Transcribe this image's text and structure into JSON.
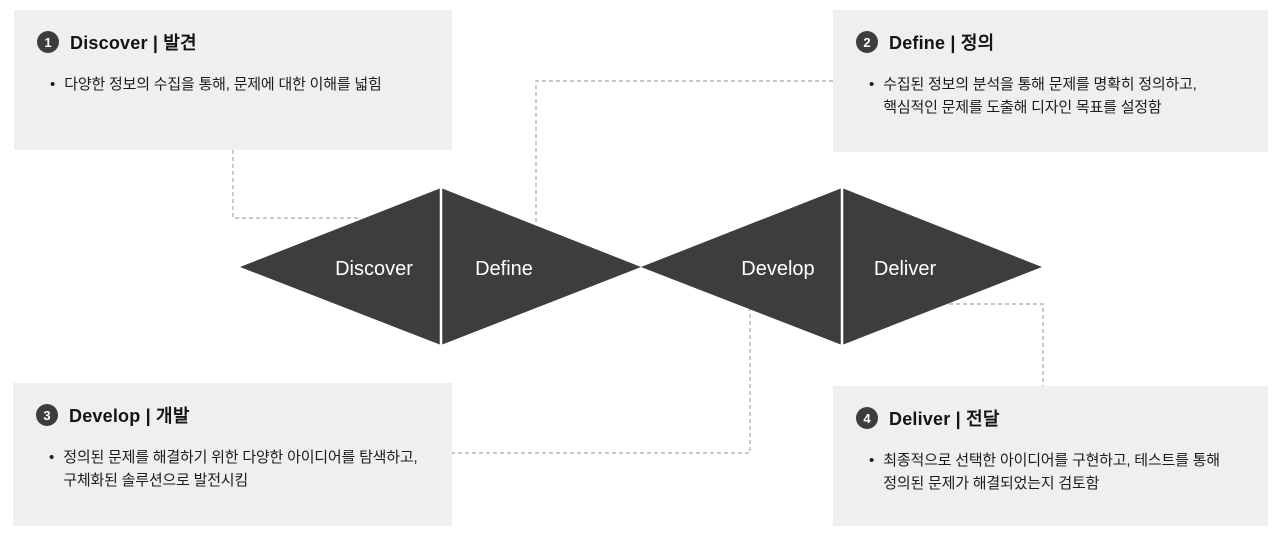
{
  "colors": {
    "background": "#ffffff",
    "diamond_fill": "#3d3d3d",
    "diamond_divider": "#ffffff",
    "diamond_label_text": "#ffffff",
    "box_background": "#efefef",
    "badge_background": "#3d3d3d",
    "badge_text": "#ffffff",
    "title_text": "#141414",
    "body_text": "#1c1c1c",
    "connector_line": "#b5b5b5"
  },
  "diagram": {
    "bullet_char": "•",
    "boxes": [
      {
        "number": "1",
        "title": "Discover | 발견",
        "bullet": "다양한 정보의 수집을 통해, 문제에 대한 이해를 넓힘"
      },
      {
        "number": "2",
        "title": "Define | 정의",
        "bullet": "수집된 정보의 분석을 통해 문제를 명확히 정의하고, 핵심적인 문제를 도출해 디자인 목표를 설정함"
      },
      {
        "number": "3",
        "title": "Develop | 개발",
        "bullet": "정의된 문제를 해결하기 위한 다양한 아이디어를 탐색하고, 구체화된 솔루션으로 발전시킴"
      },
      {
        "number": "4",
        "title": "Deliver | 전달",
        "bullet": "최종적으로 선택한 아이디어를 구현하고, 테스트를 통해 정의된 문제가 해결되었는지 검토함"
      }
    ],
    "diamond_labels": [
      "Discover",
      "Define",
      "Develop",
      "Deliver"
    ]
  }
}
